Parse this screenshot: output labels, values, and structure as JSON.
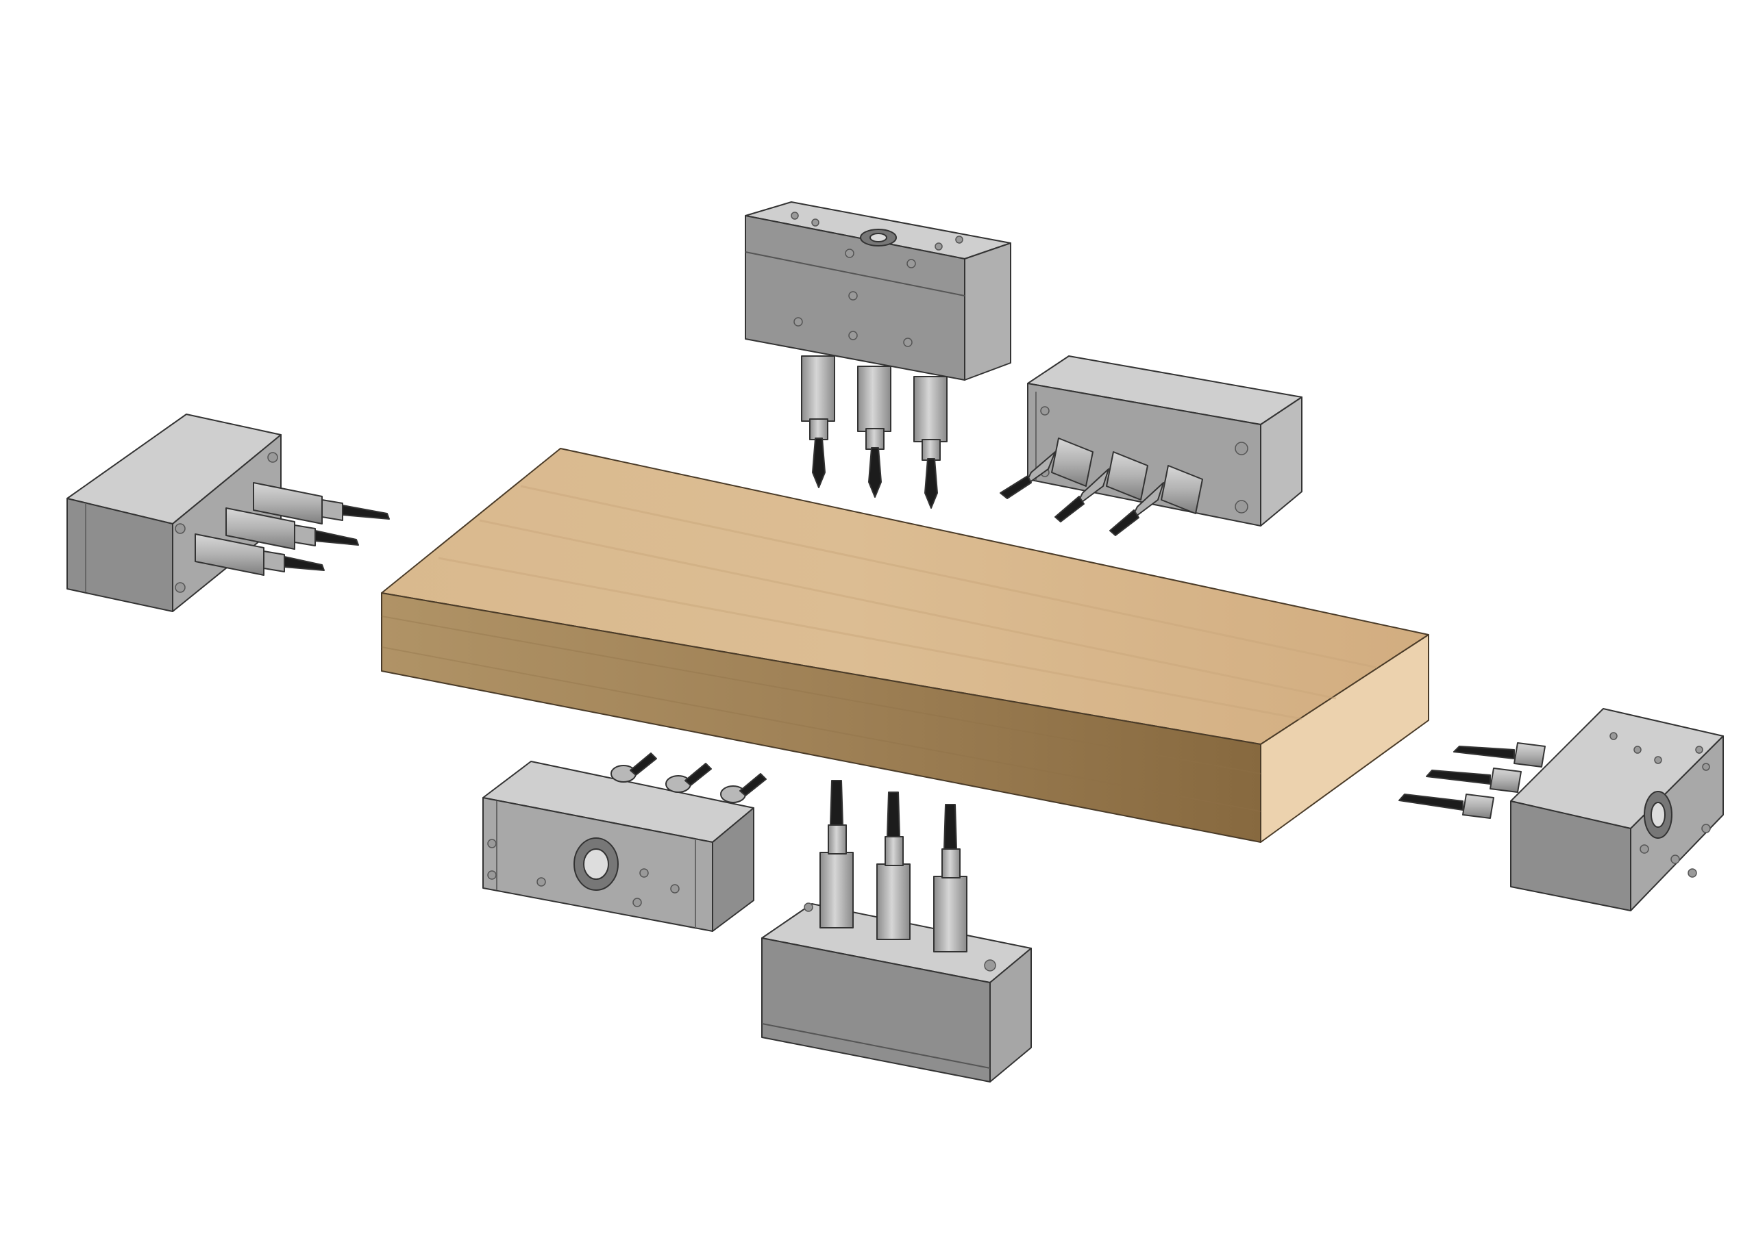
{
  "scene": {
    "kind": "isometric-cad-render",
    "background": "#ffffff"
  },
  "colors": {
    "wood_top": "#d7b489",
    "wood_top_light": "#e2c49c",
    "wood_front": "#a98a5d",
    "wood_front_dark": "#8c7048",
    "wood_side": "#ecd1ad",
    "metal_top": "#c9c9c9",
    "metal_front": "#8e8e8e",
    "metal_side": "#a7a7a7",
    "metal_face": "#9a9a9a",
    "shank": "#b4b4b4",
    "bit": "#1c1c1c",
    "outline": "#3a3a3a"
  },
  "drill_units": [
    {
      "id": "top-back",
      "orientation": "vertical-down",
      "spindles": 3
    },
    {
      "id": "right-back",
      "orientation": "horizontal-left",
      "spindles": 3
    },
    {
      "id": "left",
      "orientation": "horizontal-right",
      "spindles": 3
    },
    {
      "id": "front-left",
      "orientation": "horizontal-back",
      "spindles": 3
    },
    {
      "id": "bottom-front",
      "orientation": "vertical-up",
      "spindles": 3
    },
    {
      "id": "right-front",
      "orientation": "horizontal-left",
      "spindles": 3
    }
  ]
}
